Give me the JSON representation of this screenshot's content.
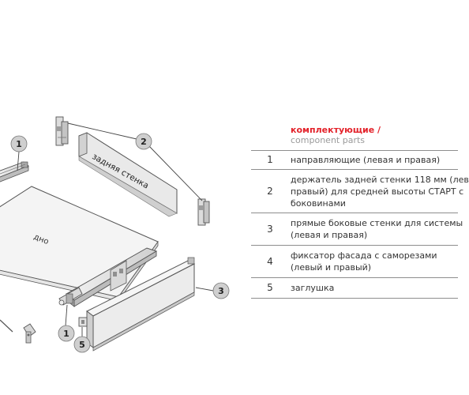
{
  "diagram": {
    "callouts": [
      "1",
      "2",
      "3",
      "1",
      "5"
    ],
    "back_wall_label": "задняя стенка",
    "bottom_label": "дно"
  },
  "parts": {
    "title_ru": "комплектующие /",
    "title_en": "component parts",
    "rows": [
      {
        "num": "1",
        "lines": [
          "направляющие (левая и правая)"
        ]
      },
      {
        "num": "2",
        "lines": [
          "держатель задней стенки 118 мм (лев",
          "правый) для средней высоты СТАРТ с",
          "боковинами"
        ]
      },
      {
        "num": "3",
        "lines": [
          "прямые боковые стенки для системы",
          "(левая и правая)"
        ]
      },
      {
        "num": "4",
        "lines": [
          "фиксатор фасада с саморезами",
          "(левый и правый)"
        ]
      },
      {
        "num": "5",
        "lines": [
          "заглушка"
        ]
      }
    ]
  },
  "colors": {
    "accent": "#e3222a",
    "muted": "#9a9a9a",
    "line": "#8e8e8e",
    "callout_fill": "#cfcfcf"
  }
}
